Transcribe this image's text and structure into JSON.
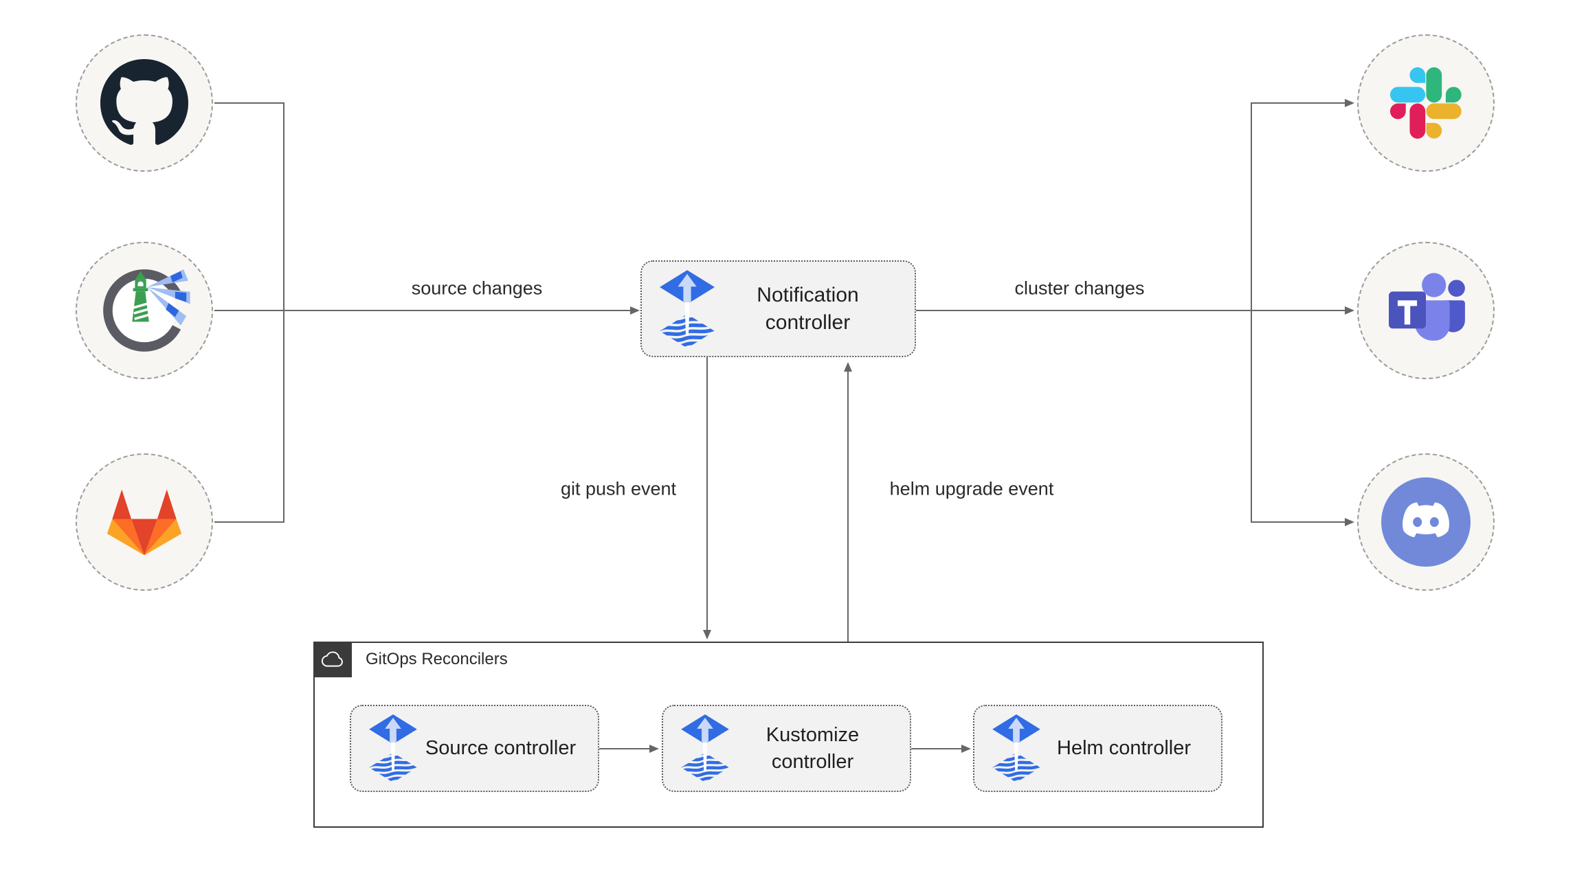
{
  "edges": {
    "source_changes": "source changes",
    "cluster_changes": "cluster changes",
    "git_push": "git push event",
    "helm_upgrade": "helm upgrade event"
  },
  "notification": {
    "label": "Notification controller",
    "icon": "flux-icon"
  },
  "group": {
    "label": "GitOps Reconcilers",
    "icon": "cloud-icon",
    "reconcilers": [
      {
        "label": "Source controller",
        "icon": "flux-icon"
      },
      {
        "label": "Kustomize controller",
        "icon": "flux-icon"
      },
      {
        "label": "Helm controller",
        "icon": "flux-icon"
      }
    ]
  },
  "sources": [
    {
      "icon": "github-icon"
    },
    {
      "icon": "harbor-icon"
    },
    {
      "icon": "gitlab-icon"
    }
  ],
  "notifiers": [
    {
      "icon": "slack-icon"
    },
    {
      "icon": "teams-icon"
    },
    {
      "icon": "discord-icon"
    }
  ],
  "colors": {
    "flux_blue": "#316CE4",
    "flux_arrow_light": "#C9D9F7",
    "wire_gray": "#666666",
    "node_fill": "#F2F2F2",
    "node_border": "#5C5C5C",
    "circle_fill": "#F7F6F2",
    "circle_border": "#9B9B9B",
    "group_border": "#3B3B3B",
    "label_text": "#2A2A2A",
    "slack": [
      "#36C5F0",
      "#2EB67D",
      "#ECB22E",
      "#E01E5A"
    ],
    "teams": [
      "#4B53BC",
      "#5059C9",
      "#7B83EB"
    ],
    "discord_blurple": "#7289DA",
    "gitlab": [
      "#E24329",
      "#FC6D26",
      "#FCA326"
    ],
    "github_dark": "#182430",
    "harbor": [
      "#5B5B63",
      "#3C9E52",
      "#9FBDF2",
      "#2E66DE"
    ]
  }
}
